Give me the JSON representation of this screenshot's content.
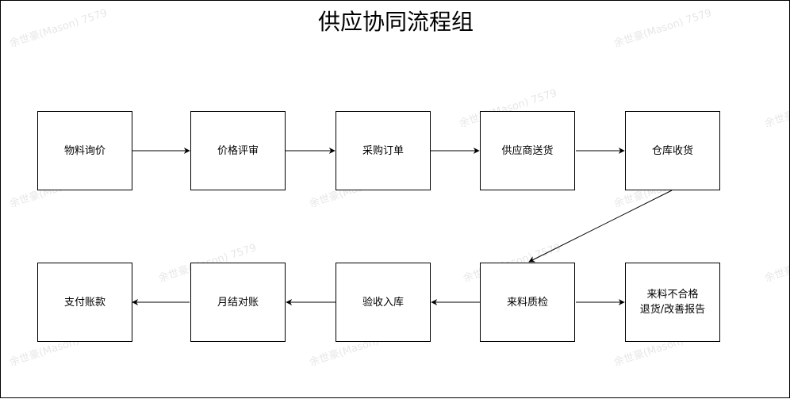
{
  "title": "供应协同流程组",
  "nodes": {
    "n1": "物料询价",
    "n2": "价格评审",
    "n3": "采购订单",
    "n4": "供应商送货",
    "n5": "仓库收货",
    "n6": "来料质检",
    "n7": "来料不合格\n退货/改善报告",
    "n8": "验收入库",
    "n9": "月结对账",
    "n10": "支付账款"
  },
  "watermark": "余世豪(Mason) 7579"
}
